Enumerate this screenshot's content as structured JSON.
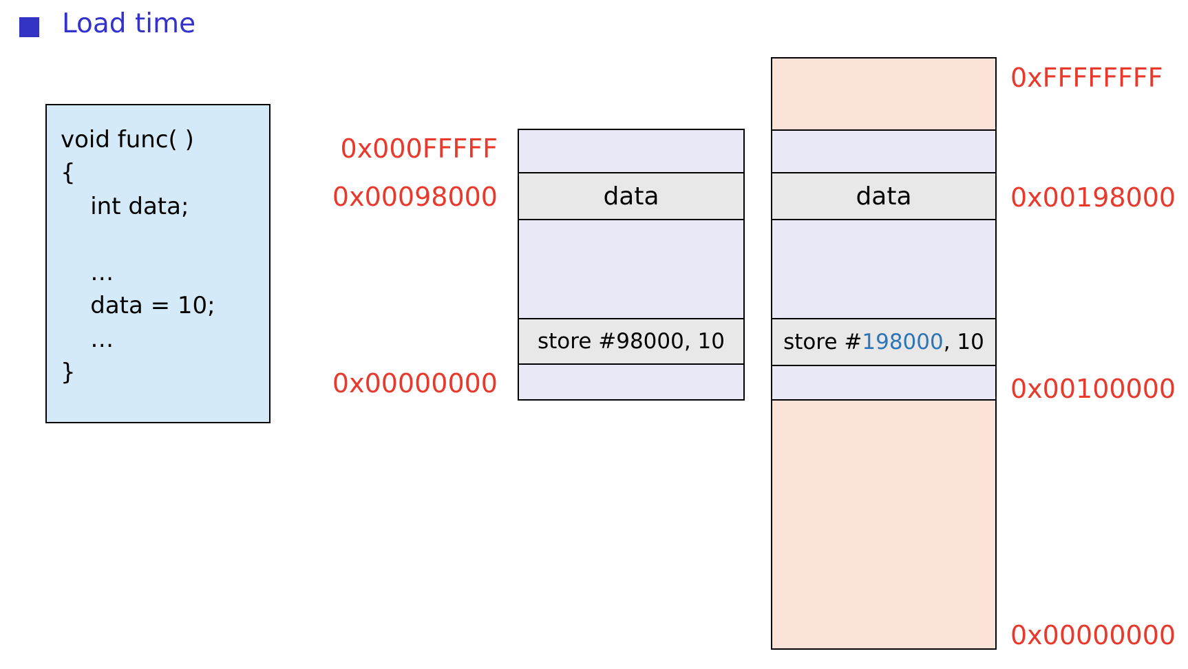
{
  "title": "Load time",
  "code": "void func( )\n{\n    int data;\n\n    …\n    data = 10;\n    …\n}",
  "logical_memory": {
    "address_labels": {
      "top": "0x000FFFFF",
      "data": "0x00098000",
      "bottom": "0x00000000"
    },
    "data_segment_label": "data",
    "store_instruction": "store #98000, 10"
  },
  "physical_memory": {
    "address_labels": {
      "top": "0xFFFFFFFF",
      "data": "0x00198000",
      "base": "0x00100000",
      "bottom": "0x00000000"
    },
    "data_segment_label": "data",
    "store_instruction": {
      "prefix": "store #",
      "address": "198000",
      "suffix": ", 10"
    }
  },
  "colors": {
    "title_blue": "#3333c4",
    "address_red": "#e8392d",
    "store_address_blue": "#2e75b6",
    "code_box_fill": "#d5eaf9",
    "segment_lavender": "#e9e8f6",
    "segment_gray": "#e8e8e8",
    "segment_pink": "#fbe2d9"
  }
}
